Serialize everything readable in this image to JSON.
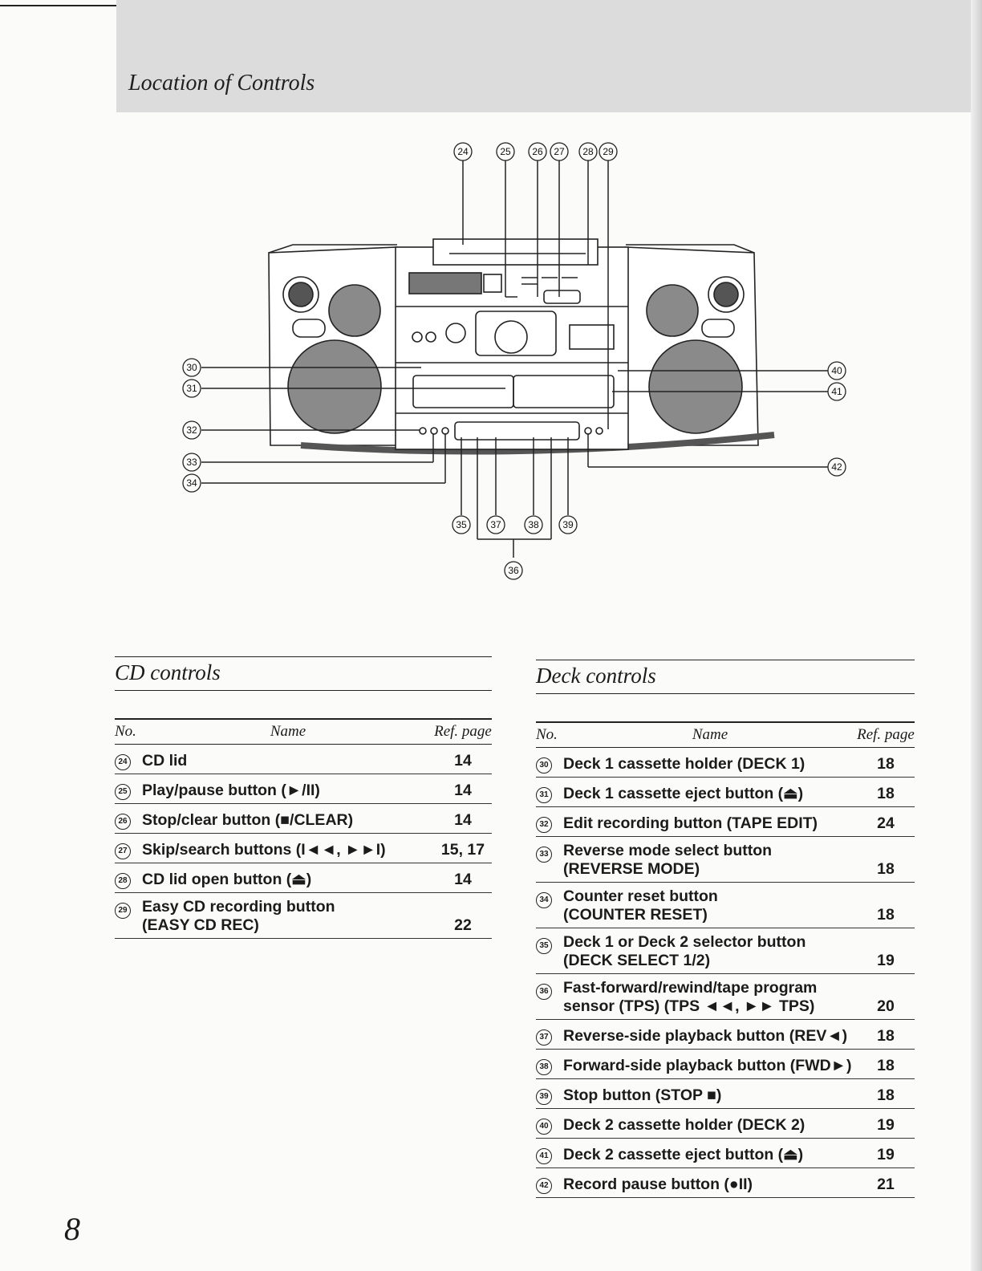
{
  "page_title": "Location of Controls",
  "page_number": "8",
  "diagram": {
    "callouts_top": [
      "24",
      "25",
      "26",
      "27",
      "28",
      "29"
    ],
    "callouts_left": [
      "30",
      "31",
      "32",
      "33",
      "34"
    ],
    "callouts_right": [
      "40",
      "41",
      "42"
    ],
    "callouts_bottom": [
      "35",
      "37",
      "38",
      "39"
    ],
    "callout_bottom_group": "36"
  },
  "cd_controls": {
    "title": "CD controls",
    "headers": {
      "no": "No.",
      "name": "Name",
      "ref": "Ref. page"
    },
    "rows": [
      {
        "no": "24",
        "name": "CD lid",
        "ref": "14"
      },
      {
        "no": "25",
        "name": "Play/pause button (►/II)",
        "ref": "14"
      },
      {
        "no": "26",
        "name": "Stop/clear button (■/CLEAR)",
        "ref": "14"
      },
      {
        "no": "27",
        "name": "Skip/search buttons (I◄◄, ►►I)",
        "ref": "15, 17"
      },
      {
        "no": "28",
        "name": "CD lid open button (⏏)",
        "ref": "14"
      },
      {
        "no": "29",
        "name": "Easy CD recording button",
        "name2": "(EASY CD REC)",
        "ref": "22"
      }
    ]
  },
  "deck_controls": {
    "title": "Deck controls",
    "headers": {
      "no": "No.",
      "name": "Name",
      "ref": "Ref. page"
    },
    "rows": [
      {
        "no": "30",
        "name": "Deck 1 cassette holder (DECK 1)",
        "ref": "18"
      },
      {
        "no": "31",
        "name": "Deck 1 cassette eject button (⏏)",
        "ref": "18"
      },
      {
        "no": "32",
        "name": "Edit recording button (TAPE EDIT)",
        "ref": "24"
      },
      {
        "no": "33",
        "name": "Reverse mode select button",
        "name2": "(REVERSE MODE)",
        "ref": "18"
      },
      {
        "no": "34",
        "name": "Counter reset button",
        "name2": "(COUNTER RESET)",
        "ref": "18"
      },
      {
        "no": "35",
        "name": "Deck 1 or Deck 2 selector button",
        "name2": "(DECK SELECT 1/2)",
        "ref": "19"
      },
      {
        "no": "36",
        "name": "Fast-forward/rewind/tape program",
        "name2": "sensor (TPS) (TPS ◄◄, ►► TPS)",
        "ref": "20"
      },
      {
        "no": "37",
        "name": "Reverse-side playback button (REV◄)",
        "ref": "18"
      },
      {
        "no": "38",
        "name": "Forward-side playback button (FWD►)",
        "ref": "18"
      },
      {
        "no": "39",
        "name": "Stop button (STOP ■)",
        "ref": "18"
      },
      {
        "no": "40",
        "name": "Deck 2 cassette holder (DECK 2)",
        "ref": "19"
      },
      {
        "no": "41",
        "name": "Deck 2 cassette eject button (⏏)",
        "ref": "19"
      },
      {
        "no": "42",
        "name": "Record pause button (●II)",
        "ref": "21"
      }
    ]
  }
}
